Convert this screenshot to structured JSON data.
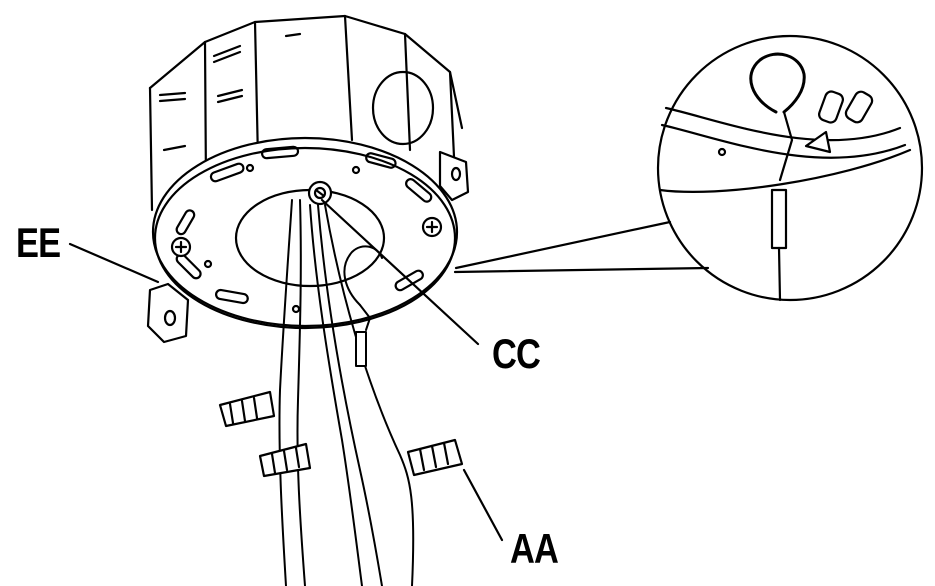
{
  "callouts": {
    "ee": "EE",
    "cc": "CC",
    "aa": "AA"
  },
  "colors": {
    "line": "#000000",
    "background": "#ffffff",
    "shade": "#d9d9d9"
  },
  "icons": {
    "mounting_bracket": "mounting-bracket-icon",
    "junction_box": "junction-box-icon",
    "ground_screw": "ground-screw-icon",
    "wire_nut": "wire-nut-icon",
    "detail_magnifier": "detail-magnifier-icon"
  }
}
